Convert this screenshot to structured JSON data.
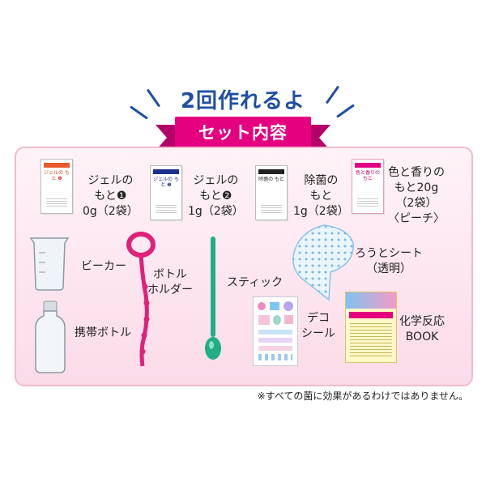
{
  "headline": "2回作れるよ",
  "ribbon": "セット内容",
  "items": {
    "gel1": {
      "lines": [
        "ジェルの",
        "もと❶",
        "0g（2袋）"
      ],
      "pack_title": "ジェルの もと ❶"
    },
    "gel2": {
      "lines": [
        "ジェルの",
        "もと❷",
        "1g（2袋）"
      ],
      "pack_title": "ジェルの もと ❷"
    },
    "antibac": {
      "lines": [
        "除菌の",
        "もと",
        "1g（2袋）"
      ],
      "pack_title": "除菌の もと"
    },
    "scent": {
      "lines": [
        "色と香りの",
        "もと20g",
        "（2袋）",
        "〈ピーチ〉"
      ],
      "pack_title": "色と香りの もと"
    },
    "beaker": {
      "label": "ビーカー"
    },
    "holder": {
      "lines": [
        "ボトル",
        "ホルダー"
      ]
    },
    "stick": {
      "label": "スティック"
    },
    "funnel": {
      "lines": [
        "ろうとシート",
        "（透明）"
      ]
    },
    "deco": {
      "lines": [
        "デコ",
        "シール"
      ]
    },
    "book": {
      "lines": [
        "化学反応",
        "BOOK"
      ]
    },
    "bottle": {
      "label": "携帯ボトル"
    }
  },
  "note": "※すべての菌に効果があるわけではありません。",
  "colors": {
    "headline": "#1e4fa3",
    "ribbon": "#e4007f",
    "panel_top": "#fff3f8",
    "panel_bottom": "#fbdbe9",
    "holder": "#e0207a",
    "stick": "#1fae86"
  }
}
